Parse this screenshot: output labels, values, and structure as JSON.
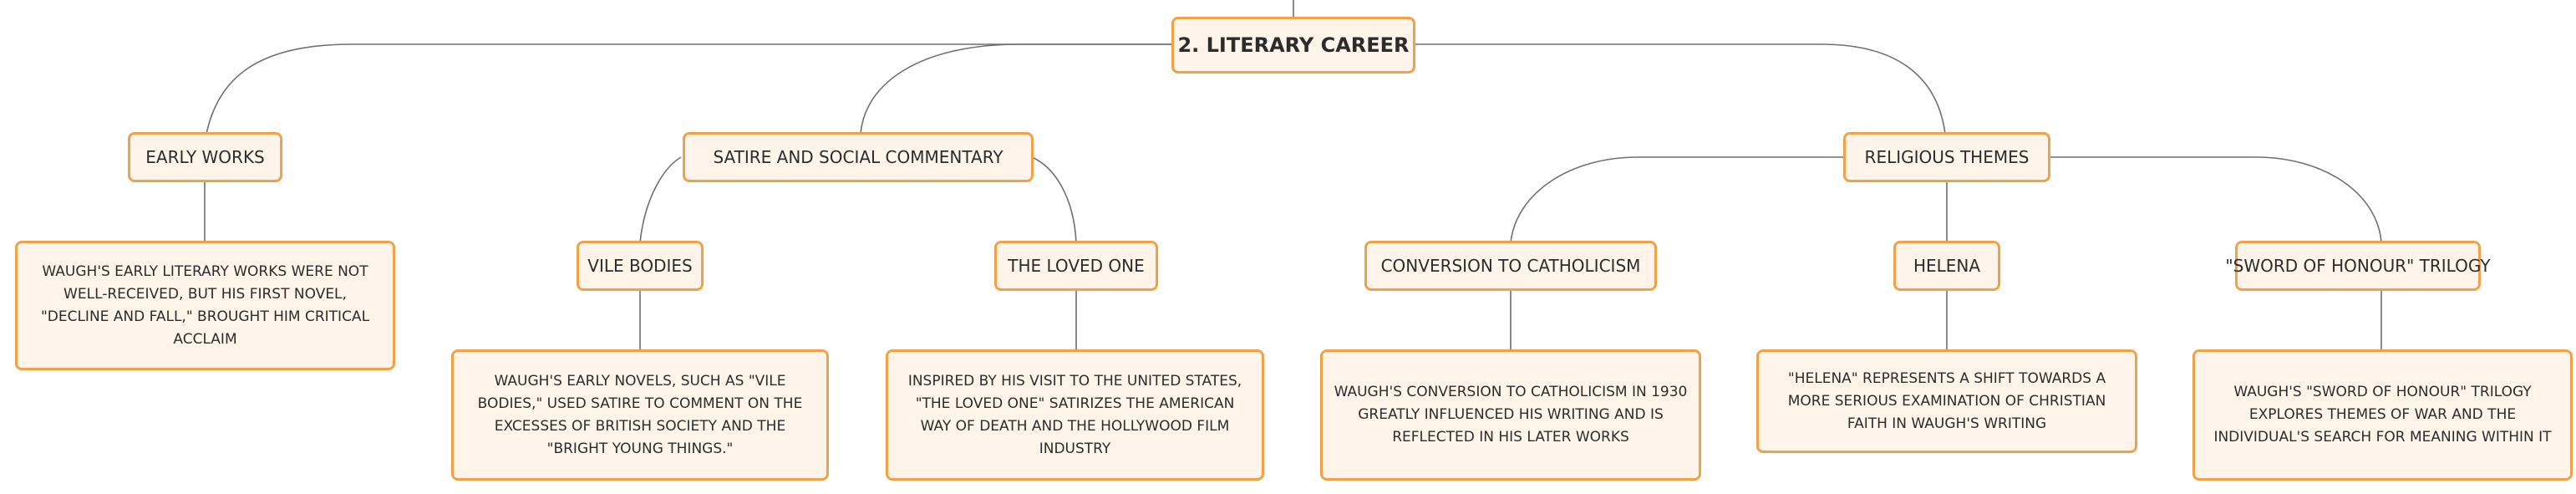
{
  "root": {
    "label": "2. LITERARY CAREER"
  },
  "branches": {
    "early_works": {
      "label": "EARLY WORKS",
      "description": "WAUGH'S EARLY LITERARY WORKS WERE NOT WELL-RECEIVED, BUT HIS FIRST NOVEL, \"DECLINE AND FALL,\" BROUGHT HIM CRITICAL ACCLAIM"
    },
    "satire": {
      "label": "SATIRE AND SOCIAL COMMENTARY",
      "vile_bodies": {
        "label": "VILE BODIES",
        "description": "WAUGH'S EARLY NOVELS, SUCH AS \"VILE BODIES,\" USED SATIRE TO COMMENT ON THE EXCESSES OF BRITISH SOCIETY AND THE \"BRIGHT YOUNG THINGS.\""
      },
      "loved_one": {
        "label": "THE LOVED ONE",
        "description": "INSPIRED BY HIS VISIT TO THE UNITED STATES, \"THE LOVED ONE\" SATIRIZES THE AMERICAN WAY OF DEATH AND THE HOLLYWOOD FILM INDUSTRY"
      }
    },
    "religious": {
      "label": "RELIGIOUS THEMES",
      "conversion": {
        "label": "CONVERSION TO CATHOLICISM",
        "description": "WAUGH'S CONVERSION TO CATHOLICISM IN 1930 GREATLY INFLUENCED HIS WRITING AND IS REFLECTED IN HIS LATER WORKS"
      },
      "helena": {
        "label": "HELENA",
        "description": "\"HELENA\" REPRESENTS A SHIFT TOWARDS A MORE SERIOUS EXAMINATION OF CHRISTIAN FAITH IN WAUGH'S WRITING"
      },
      "sword": {
        "label": "\"SWORD OF HONOUR\" TRILOGY",
        "description": "WAUGH'S \"SWORD OF HONOUR\" TRILOGY EXPLORES THEMES OF WAR AND THE INDIVIDUAL'S SEARCH FOR MEANING WITHIN IT"
      }
    }
  },
  "colors": {
    "node_fill": "#fef4ea",
    "node_border": "#f0a24a",
    "connector": "#6f6f6f",
    "text": "#2c2c2c"
  }
}
